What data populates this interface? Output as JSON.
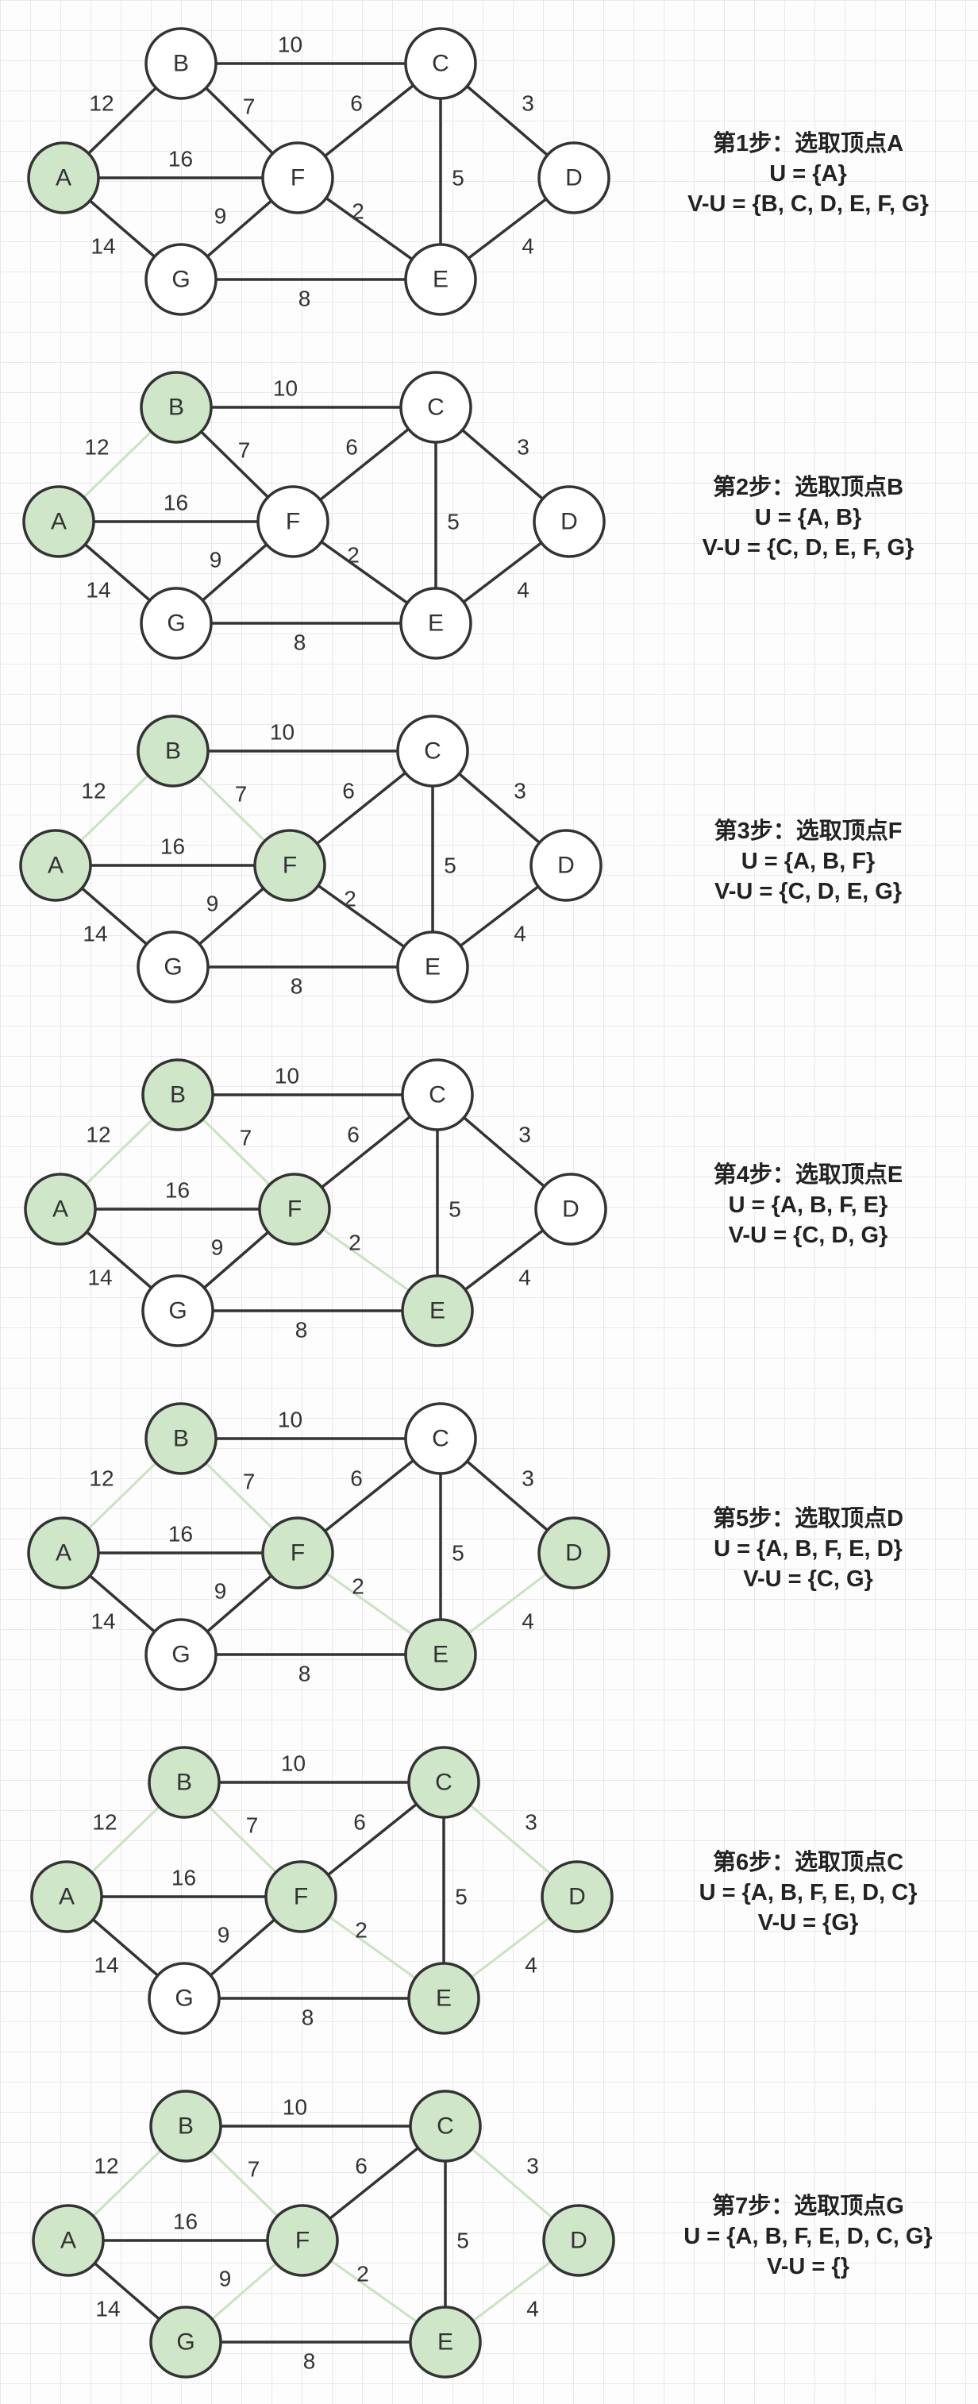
{
  "colors": {
    "selected_fill": "#cfe6c9",
    "unselected_fill": "#ffffff",
    "node_stroke": "#333333",
    "edge": "#333333",
    "tree_edge": "#c9e3c0"
  },
  "graph": {
    "nodes": [
      "A",
      "B",
      "C",
      "D",
      "E",
      "F",
      "G"
    ],
    "edges": [
      {
        "from": "A",
        "to": "B",
        "weight": "12"
      },
      {
        "from": "A",
        "to": "F",
        "weight": "16"
      },
      {
        "from": "A",
        "to": "G",
        "weight": "14"
      },
      {
        "from": "B",
        "to": "C",
        "weight": "10"
      },
      {
        "from": "B",
        "to": "F",
        "weight": "7"
      },
      {
        "from": "C",
        "to": "F",
        "weight": "6"
      },
      {
        "from": "C",
        "to": "D",
        "weight": "3"
      },
      {
        "from": "C",
        "to": "E",
        "weight": "5"
      },
      {
        "from": "F",
        "to": "E",
        "weight": "2"
      },
      {
        "from": "F",
        "to": "G",
        "weight": "9"
      },
      {
        "from": "G",
        "to": "E",
        "weight": "8"
      },
      {
        "from": "D",
        "to": "E",
        "weight": "4"
      }
    ]
  },
  "steps": [
    {
      "title": "第1步：选取顶点A",
      "u_text": "U = {A}",
      "vu_text": "V-U = {B, C, D, E, F, G}",
      "selected": [
        "A"
      ],
      "tree_edges": []
    },
    {
      "title": "第2步：选取顶点B",
      "u_text": "U = {A, B}",
      "vu_text": "V-U = {C, D, E, F, G}",
      "selected": [
        "A",
        "B"
      ],
      "tree_edges": [
        [
          "A",
          "B"
        ]
      ]
    },
    {
      "title": "第3步：选取顶点F",
      "u_text": "U = {A, B, F}",
      "vu_text": "V-U = {C, D, E, G}",
      "selected": [
        "A",
        "B",
        "F"
      ],
      "tree_edges": [
        [
          "A",
          "B"
        ],
        [
          "B",
          "F"
        ]
      ]
    },
    {
      "title": "第4步：选取顶点E",
      "u_text": "U = {A, B, F, E}",
      "vu_text": "V-U = {C, D, G}",
      "selected": [
        "A",
        "B",
        "F",
        "E"
      ],
      "tree_edges": [
        [
          "A",
          "B"
        ],
        [
          "B",
          "F"
        ],
        [
          "F",
          "E"
        ]
      ]
    },
    {
      "title": "第5步：选取顶点D",
      "u_text": "U = {A, B, F, E, D}",
      "vu_text": "V-U = {C, G}",
      "selected": [
        "A",
        "B",
        "F",
        "E",
        "D"
      ],
      "tree_edges": [
        [
          "A",
          "B"
        ],
        [
          "B",
          "F"
        ],
        [
          "F",
          "E"
        ],
        [
          "D",
          "E"
        ]
      ]
    },
    {
      "title": "第6步：选取顶点C",
      "u_text": "U = {A, B, F, E, D, C}",
      "vu_text": "V-U = {G}",
      "selected": [
        "A",
        "B",
        "F",
        "E",
        "D",
        "C"
      ],
      "tree_edges": [
        [
          "A",
          "B"
        ],
        [
          "B",
          "F"
        ],
        [
          "F",
          "E"
        ],
        [
          "D",
          "E"
        ],
        [
          "C",
          "D"
        ]
      ]
    },
    {
      "title": "第7步：选取顶点G",
      "u_text": "U = {A, B, F, E, D, C, G}",
      "vu_text": "V-U = {}",
      "selected": [
        "A",
        "B",
        "F",
        "E",
        "D",
        "C",
        "G"
      ],
      "tree_edges": [
        [
          "A",
          "B"
        ],
        [
          "B",
          "F"
        ],
        [
          "F",
          "E"
        ],
        [
          "D",
          "E"
        ],
        [
          "C",
          "D"
        ],
        [
          "F",
          "G"
        ]
      ]
    }
  ]
}
